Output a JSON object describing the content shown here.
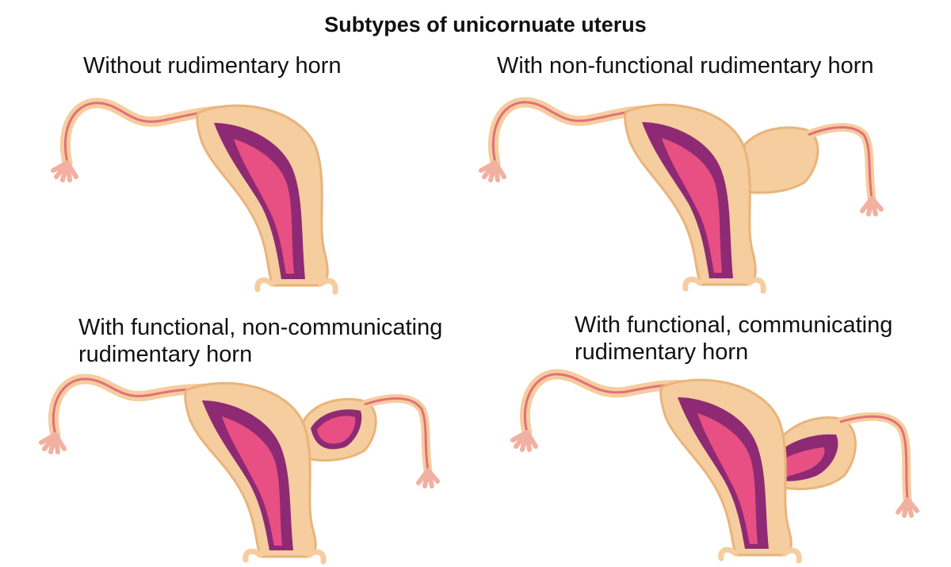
{
  "title": "Subtypes of unicornuate uterus",
  "panels": [
    {
      "label": "Without rudimentary horn"
    },
    {
      "label": "With non-functional rudimentary horn"
    },
    {
      "label_lines": [
        "With functional, non-communicating",
        "rudimentary horn"
      ]
    },
    {
      "label_lines": [
        "With functional, communicating",
        "rudimentary horn"
      ]
    }
  ],
  "colors": {
    "tissue": "#f5cd9e",
    "tissue_shadow": "#e9b47a",
    "cavity_outer": "#8e2a74",
    "cavity_inner": "#e84f83",
    "tube_line": "#e2707a"
  }
}
